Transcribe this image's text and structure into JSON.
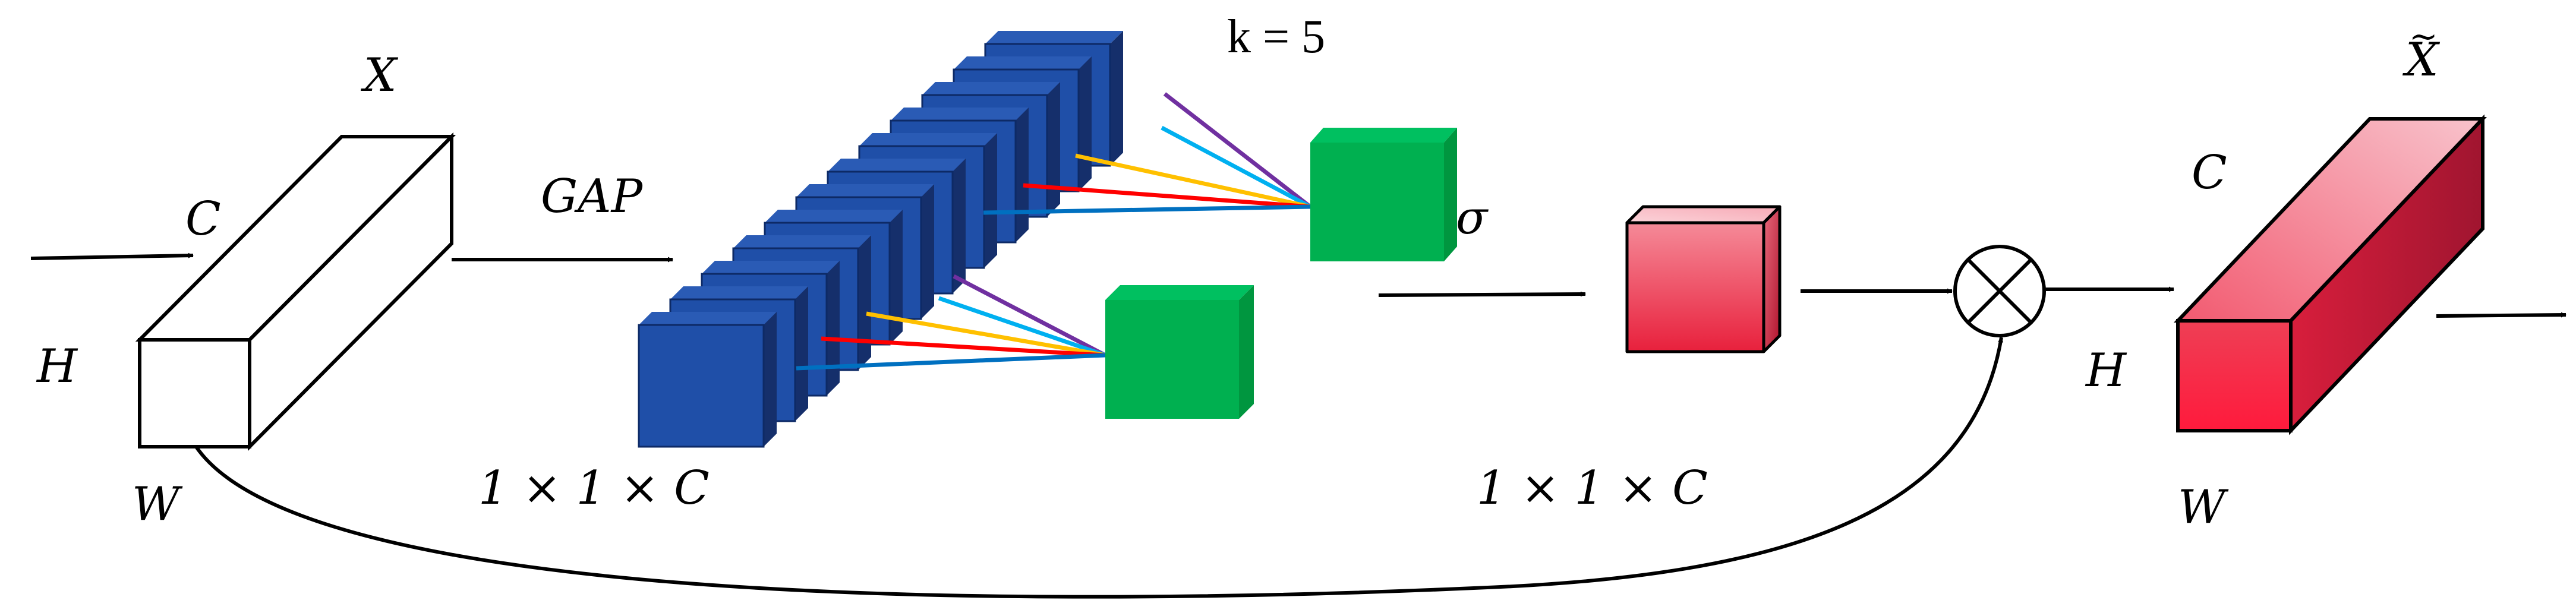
{
  "labels": {
    "input_x": "X",
    "input_c": "C",
    "input_h": "H",
    "input_w": "W",
    "gap": "GAP",
    "k": "k = 5",
    "dims_left": "1 × 1 × C",
    "sigma": "σ",
    "dims_right": "1 × 1 × C",
    "output_x": "X",
    "output_tilde": "~",
    "output_c": "C",
    "output_h": "H",
    "output_w": "W"
  },
  "colors": {
    "blue_cube": "#1f4fa8",
    "green_cube": "#00b050",
    "red_cube": "#e8283f",
    "line_purple": "#7030a0",
    "line_cyan": "#00b0f0",
    "line_yellow": "#ffc000",
    "line_red": "#ff0000",
    "line_blue": "#0070c0"
  },
  "icons": {
    "multiply": "circled-times-icon"
  }
}
